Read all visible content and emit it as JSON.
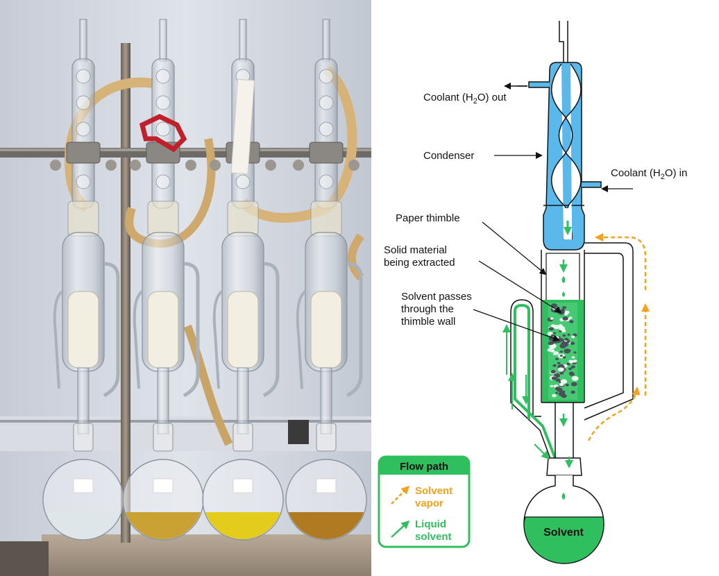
{
  "labels": {
    "coolant_out": "Coolant (H",
    "coolant_out_sub": "2",
    "coolant_out_tail": "O) out",
    "coolant_in": "Coolant (H",
    "coolant_in_sub": "2",
    "coolant_in_tail": "O) in",
    "condenser": "Condenser",
    "paper_thimble": "Paper thimble",
    "solid_line1": "Solid material",
    "solid_line2": "being extracted",
    "passes_line1": "Solvent passes",
    "passes_line2": "through the",
    "passes_line3": "thimble wall",
    "solvent": "Solvent"
  },
  "legend": {
    "title": "Flow path",
    "vapor_line1": "Solvent",
    "vapor_line2": "vapor",
    "liquid_line1": "Liquid",
    "liquid_line2": "solvent"
  },
  "colors": {
    "coolant": "#5ab8ea",
    "liquid": "#2fbf5e",
    "vapor": "#f5a11a",
    "legend_header": "#2fbf5e"
  },
  "photo": {
    "flask_liquids": [
      "#dfe6ea",
      "#c9a233",
      "#e3cc1c",
      "#b07a22"
    ]
  }
}
